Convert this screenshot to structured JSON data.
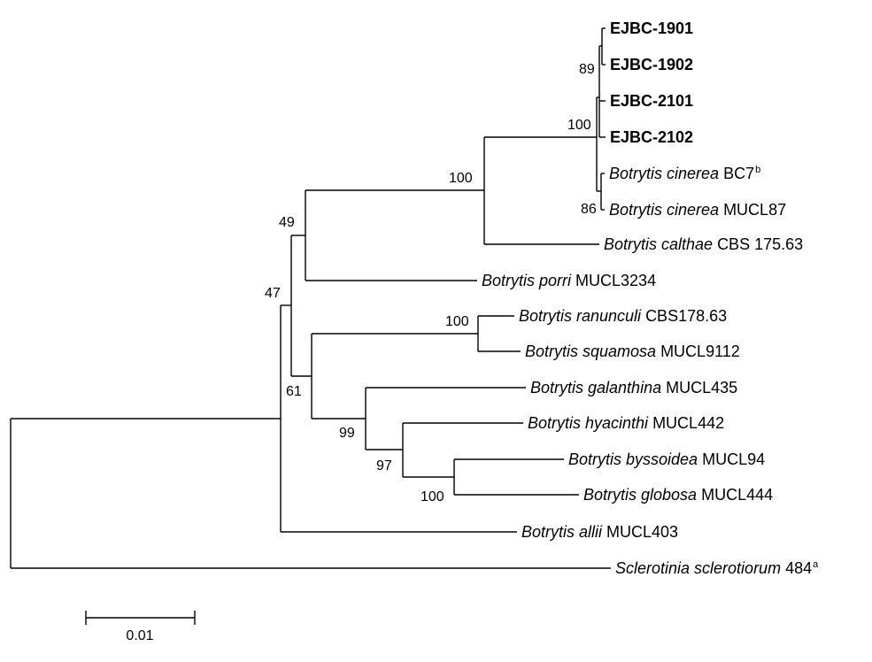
{
  "tree": {
    "leaves": [
      {
        "id": "ejbc1901",
        "bold": true,
        "species": "",
        "strain": "EJBC-1901",
        "sup": ""
      },
      {
        "id": "ejbc1902",
        "bold": true,
        "species": "",
        "strain": "EJBC-1902",
        "sup": ""
      },
      {
        "id": "ejbc2101",
        "bold": true,
        "species": "",
        "strain": "EJBC-2101",
        "sup": ""
      },
      {
        "id": "ejbc2102",
        "bold": true,
        "species": "",
        "strain": "EJBC-2102",
        "sup": ""
      },
      {
        "id": "cinerea-bc7",
        "bold": false,
        "species": "Botrytis cinerea",
        "strain": "BC7",
        "sup": "b"
      },
      {
        "id": "cinerea-mucl87",
        "bold": false,
        "species": "Botrytis cinerea",
        "strain": "MUCL87",
        "sup": ""
      },
      {
        "id": "calthae",
        "bold": false,
        "species": "Botrytis calthae",
        "strain": "CBS 175.63",
        "sup": ""
      },
      {
        "id": "porri",
        "bold": false,
        "species": "Botrytis porri",
        "strain": "MUCL3234",
        "sup": ""
      },
      {
        "id": "ranunculi",
        "bold": false,
        "species": "Botrytis ranunculi",
        "strain": "CBS178.63",
        "sup": ""
      },
      {
        "id": "squamosa",
        "bold": false,
        "species": "Botrytis squamosa",
        "strain": "MUCL9112",
        "sup": ""
      },
      {
        "id": "galanthina",
        "bold": false,
        "species": "Botrytis galanthina",
        "strain": "MUCL435",
        "sup": ""
      },
      {
        "id": "hyacinthi",
        "bold": false,
        "species": "Botrytis hyacinthi",
        "strain": "MUCL442",
        "sup": ""
      },
      {
        "id": "byssoidea",
        "bold": false,
        "species": "Botrytis byssoidea",
        "strain": "MUCL94",
        "sup": ""
      },
      {
        "id": "globosa",
        "bold": false,
        "species": "Botrytis globosa",
        "strain": "MUCL444",
        "sup": ""
      },
      {
        "id": "allii",
        "bold": false,
        "species": "Botrytis allii",
        "strain": "MUCL403",
        "sup": ""
      },
      {
        "id": "sclerotiorum",
        "bold": false,
        "species": "Sclerotinia sclerotiorum",
        "strain": "484",
        "sup": "a"
      }
    ],
    "supports": [
      {
        "node": "ejbc-1901-1902",
        "value": "89"
      },
      {
        "node": "ejbc-all",
        "value": "100"
      },
      {
        "node": "cinerea-clade",
        "value": "100"
      },
      {
        "node": "cinerea-bc7-mucl87",
        "value": "86"
      },
      {
        "node": "cinerea-porri",
        "value": "49"
      },
      {
        "node": "botrytis-main",
        "value": "47"
      },
      {
        "node": "ranunculi-squamosa",
        "value": "100"
      },
      {
        "node": "lower-clade",
        "value": "61"
      },
      {
        "node": "galanthina-group",
        "value": "99"
      },
      {
        "node": "hyacinthi-group",
        "value": "97"
      },
      {
        "node": "byssoidea-globosa",
        "value": "100"
      }
    ],
    "scale_bar": {
      "value": 0.01,
      "label": "0.01"
    }
  }
}
